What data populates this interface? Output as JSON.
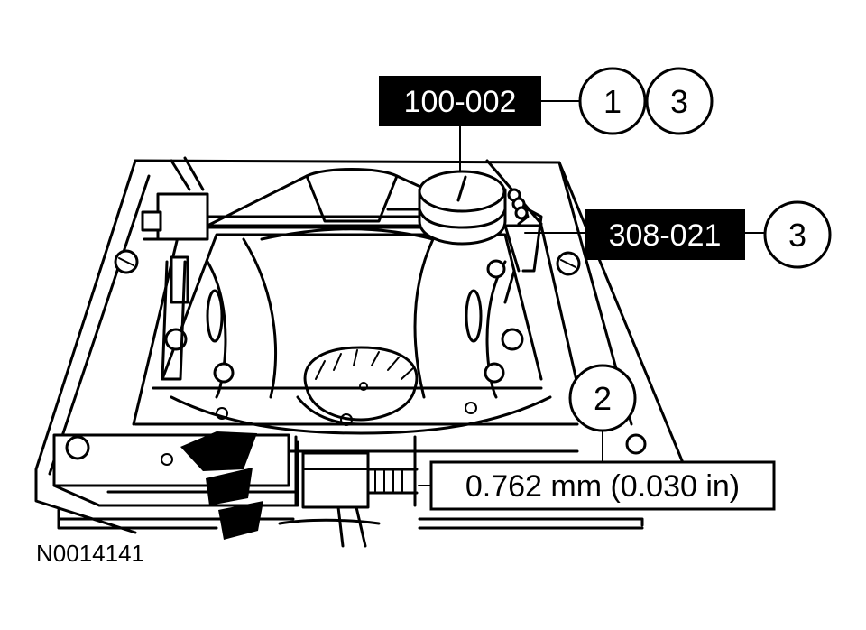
{
  "figure_id": "N0014141",
  "callouts": [
    {
      "number": "1"
    },
    {
      "number": "3"
    },
    {
      "number": "3"
    },
    {
      "number": "2"
    }
  ],
  "tool_labels": [
    {
      "text": "100-002"
    },
    {
      "text": "308-021"
    }
  ],
  "specification": {
    "text": "0.762 mm (0.030 in)"
  },
  "colors": {
    "ink": "#000000",
    "paper": "#ffffff"
  }
}
